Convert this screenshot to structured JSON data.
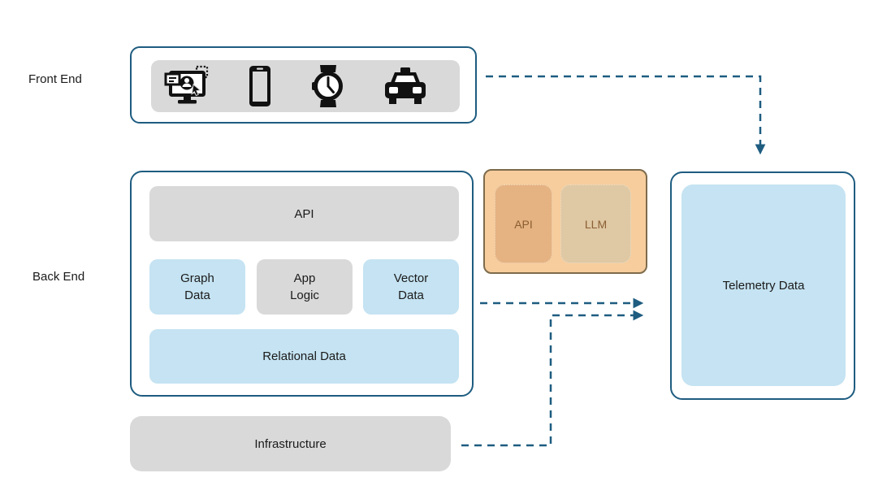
{
  "labels": {
    "front_end": "Front End",
    "back_end": "Back End"
  },
  "front_end": {
    "icons": [
      "desktop-user-icon",
      "smartphone-icon",
      "watch-icon",
      "taxi-icon"
    ]
  },
  "back_end": {
    "api_label": "API",
    "tiles": [
      {
        "line1": "Graph",
        "line2": "Data",
        "style": "blue"
      },
      {
        "line1": "App",
        "line2": "Logic",
        "style": "gray"
      },
      {
        "line1": "Vector",
        "line2": "Data",
        "style": "blue"
      }
    ],
    "relational_label": "Relational Data"
  },
  "ai_module": {
    "api_label": "API",
    "llm_label": "LLM"
  },
  "telemetry": {
    "label": "Telemetry Data"
  },
  "infrastructure": {
    "label": "Infrastructure"
  },
  "colors": {
    "outline_blue": "#1e5c80",
    "light_blue_fill": "#c5e3f2",
    "gray_fill": "#d9d9d9",
    "orange_fill": "#f7cd9d",
    "orange_border": "#7d6b4c",
    "orange_chip_api": "#e5b281",
    "orange_chip_llm": "#dfc8a4",
    "orange_text": "#8a5f33",
    "dashed_arrow": "#1e5c80",
    "icon_black": "#111111"
  }
}
